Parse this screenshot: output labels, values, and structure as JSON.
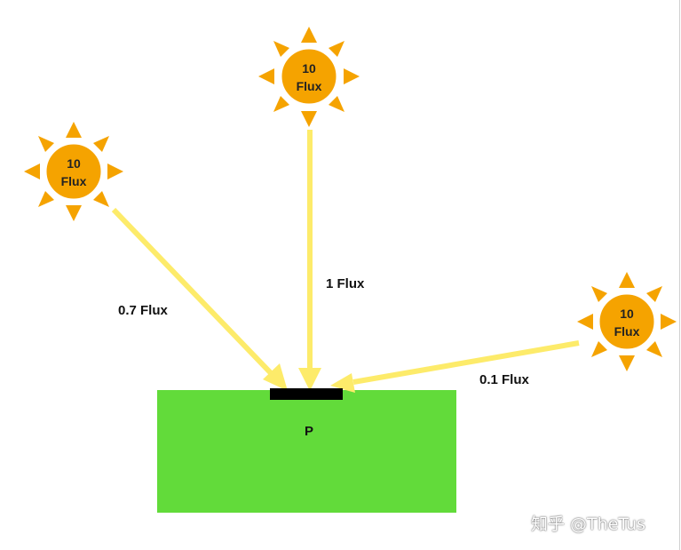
{
  "colors": {
    "sun_body": "#F5A300",
    "sun_rays": "#F5A300",
    "sun_ring": "#FFFFFF",
    "beam": "#FDEB6A",
    "surface": "#62DB3A",
    "patch": "#000000"
  },
  "suns": [
    {
      "id": "sun-left",
      "value": "10",
      "unit": "Flux"
    },
    {
      "id": "sun-top",
      "value": "10",
      "unit": "Flux"
    },
    {
      "id": "sun-right",
      "value": "10",
      "unit": "Flux"
    }
  ],
  "beams": [
    {
      "id": "beam-left",
      "label": "0.7 Flux"
    },
    {
      "id": "beam-top",
      "label": "1 Flux"
    },
    {
      "id": "beam-right",
      "label": "0.1 Flux"
    }
  ],
  "surface": {
    "point_label": "P"
  },
  "watermark": {
    "text": "知乎 @TheTus"
  }
}
